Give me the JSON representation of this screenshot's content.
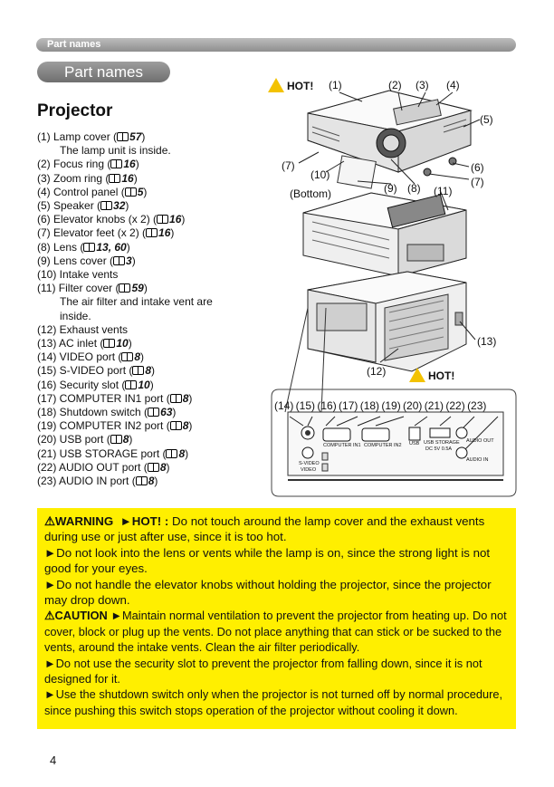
{
  "header": {
    "label": "Part names"
  },
  "section_title": "Part names",
  "page_title": "Projector",
  "parts": [
    {
      "text": "(1) Lamp cover (",
      "ref": "57",
      "close": ")",
      "note": "The lamp unit is inside."
    },
    {
      "text": "(2) Focus ring (",
      "ref": "16",
      "close": ")"
    },
    {
      "text": "(3) Zoom ring (",
      "ref": "16",
      "close": ")"
    },
    {
      "text": "(4) Control panel (",
      "ref": "5",
      "close": ")"
    },
    {
      "text": "(5) Speaker (",
      "ref": "32",
      "close": ")"
    },
    {
      "text": "(6) Elevator knobs (x 2) (",
      "ref": "16",
      "close": ")"
    },
    {
      "text": "(7) Elevator feet  (x 2) (",
      "ref": "16",
      "close": ")"
    },
    {
      "text": "(8) Lens (",
      "ref": "13, 60",
      "close": ")"
    },
    {
      "text": "(9) Lens cover (",
      "ref": "3",
      "close": ")"
    },
    {
      "text": "(10) Intake vents"
    },
    {
      "text": "(11) Filter cover (",
      "ref": "59",
      "close": ")",
      "note": "The air filter and intake vent are inside."
    },
    {
      "text": "(12) Exhaust vents"
    },
    {
      "text": "(13) AC inlet (",
      "ref": "10",
      "close": ")"
    },
    {
      "text": "(14) VIDEO port (",
      "ref": "8",
      "close": ")"
    },
    {
      "text": "(15) S-VIDEO port (",
      "ref": "8",
      "close": ")"
    },
    {
      "text": "(16) Security slot (",
      "ref": "10",
      "close": ")"
    },
    {
      "text": "(17) COMPUTER IN1 port (",
      "ref": "8",
      "close": ")"
    },
    {
      "text": "(18) Shutdown switch (",
      "ref": "63",
      "close": ")"
    },
    {
      "text": "(19) COMPUTER IN2 port (",
      "ref": "8",
      "close": ")"
    },
    {
      "text": "(20) USB port (",
      "ref": "8",
      "close": ")"
    },
    {
      "text": "(21) USB STORAGE port (",
      "ref": "8",
      "close": ")"
    },
    {
      "text": "(22) AUDIO OUT port (",
      "ref": "8",
      "close": ")"
    },
    {
      "text": "(23) AUDIO IN port (",
      "ref": "8",
      "close": ")"
    }
  ],
  "diagram": {
    "hot_label": "HOT!",
    "callouts": {
      "c1": "(1)",
      "c2": "(2)",
      "c3": "(3)",
      "c4": "(4)",
      "c5": "(5)",
      "c6": "(6)",
      "c7a": "(7)",
      "c7b": "(7)",
      "c8": "(8)",
      "c9": "(9)",
      "c10": "(10)",
      "c11": "(11)",
      "c12": "(12)",
      "c13": "(13)",
      "bottom": "(Bottom)",
      "port_row": "(14) (15) (16) (17) (18) (19) (20) (21) (22) (23)"
    },
    "panel_labels": {
      "computer_in1": "COMPUTER IN1",
      "computer_in2": "COMPUTER IN2",
      "usb": "USB",
      "usb_storage": "USB STORAGE",
      "usb_storage_rating": "DC 5V 0.5A",
      "audio_out": "AUDIO OUT",
      "audio_in": "AUDIO IN",
      "s_video": "S-VIDEO",
      "video": "VIDEO"
    }
  },
  "warning": {
    "warning_label": "⚠WARNING",
    "warning_lead": "►HOT! :",
    "w1": " Do not touch around the lamp cover and the exhaust vents during use or just after use, since it is too hot.",
    "w2": "►Do not look into the lens or vents while the lamp is on, since the strong light is not good for your eyes.",
    "w3": "►Do not handle the elevator knobs without holding the projector, since the projector may drop down.",
    "caution_label": "⚠CAUTION",
    "c1": " ►Maintain normal ventilation to prevent the projector from heating up. Do not cover, block or plug up the vents. Do not place anything that can stick or be sucked to the vents, around the intake vents. Clean the air filter periodically.",
    "c2": "►Do not use the security slot to prevent the projector from falling down, since it is not designed for it.",
    "c3": "►Use the shutdown switch only when the projector is not turned off by normal procedure, since pushing this switch stops operation of the projector without cooling it down."
  },
  "page_number": "4"
}
